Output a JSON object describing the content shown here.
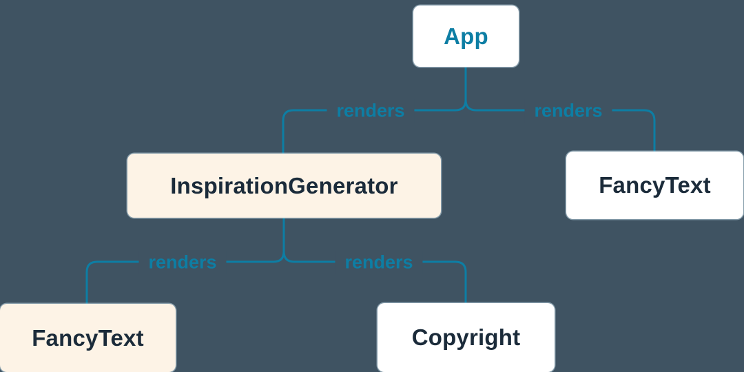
{
  "colors": {
    "background": "#3f5362",
    "accent": "#0d7ea4",
    "node_white": "#ffffff",
    "node_cream": "#fdf3e6",
    "text_dark": "#1b2b3a"
  },
  "diagram": {
    "type": "component-render-tree",
    "nodes": [
      {
        "id": "app",
        "label": "App",
        "variant": "white",
        "text_color": "accent"
      },
      {
        "id": "inspiration-generator",
        "label": "InspirationGenerator",
        "variant": "cream",
        "text_color": "dark"
      },
      {
        "id": "fancy-text-top",
        "label": "FancyText",
        "variant": "white",
        "text_color": "dark"
      },
      {
        "id": "fancy-text-bottom",
        "label": "FancyText",
        "variant": "cream",
        "text_color": "dark"
      },
      {
        "id": "copyright",
        "label": "Copyright",
        "variant": "white",
        "text_color": "dark"
      }
    ],
    "edges": [
      {
        "from": "App",
        "to": "InspirationGenerator",
        "label": "renders"
      },
      {
        "from": "App",
        "to": "FancyText",
        "label": "renders"
      },
      {
        "from": "InspirationGenerator",
        "to": "FancyText",
        "label": "renders"
      },
      {
        "from": "InspirationGenerator",
        "to": "Copyright",
        "label": "renders"
      }
    ]
  }
}
